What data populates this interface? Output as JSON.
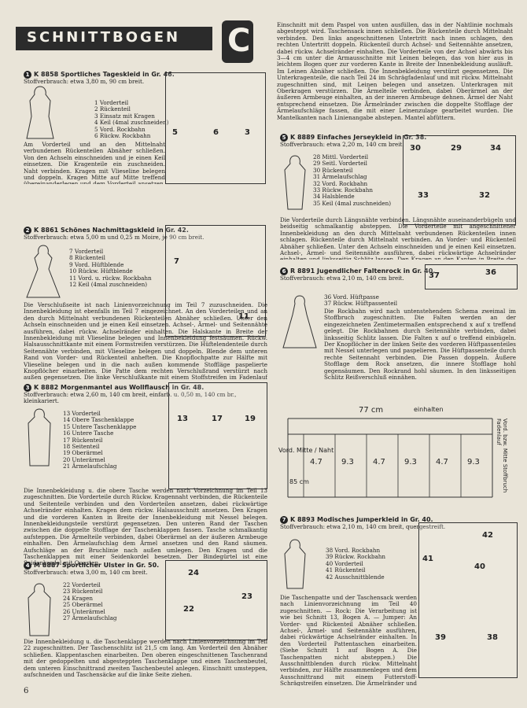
{
  "header": {
    "title": "SCHNITTBOGEN",
    "badge": "C"
  },
  "page_number": "6",
  "col1_top": {
    "number": "1",
    "code": "K 8858",
    "name": "Sportliches Tageskleid in Gr. 46.",
    "usage": "Stoffverbrauch: etwa 3,80 m, 90 cm breit.",
    "parts": [
      "1 Vorderteil",
      "2 Rückenteil",
      "3 Einsatz mit Kragen",
      "4 Keil (4mal zuschneiden)",
      "5 Vord. Rockbahn",
      "6 Rückw. Rockbahn"
    ],
    "text": "Am Vorderteil und an den Mittelnaht verbundenen Rückenteilen Abnäher schließen. Von den Achseln einschneiden und je einen Keil einsetzen. Die Kragenteile ein zuschneiden. Naht verbinden. Kragen mit Vlieseline belegen und doppeln. Kragen Mitte auf Mitte treffend übereinanderlegen und dem Vorderteil ansetzen. Achsel-, Armel- und Seitennähte ausführen, dabei rückwärtige Achselränder einhalten und linksseitig Schlitz lassen. Unterkragen dem Halsausschnitt ansetzen. Oberkragen hohl gegensäumen. An der rückw. Rockbahn Abnäher schließen. Nach Angabe Gehfalte einlegen, die bis 39—35 cm vom Rockrand entfernt innen zugesteppt wird. Die Spangen der vorderen Rockbahn von einem x-Faltenbruch zum anderen mit Vlieseline belegen und paspelierte Knopfloch arbeiten. Die angeschnittene Innenbekleidung der Spangen nach innen schlagen und x auf x treffende Falten einlegen. Seitennähte ausführen, dabei linksseitig Schlitz lassen. Rock dem Oberteil ansetzen. Die Armelränder und den Rockrand hohl säumen."
  },
  "col1_second": {
    "number": "2",
    "code": "K 8861",
    "name": "Schönes Nachmittagskleid in Gr. 42.",
    "usage": "Stoffverbrauch: etwa 5,00 m und 0,25 m Moire, je 90 cm breit.",
    "parts": [
      "7 Vorderteil",
      "8 Rückenteil",
      "9 Vord. Hüftblende",
      "10 Rückw. Hüftblende",
      "11 Vord. u. rückw. Rockbahn",
      "12 Keil (4mal zuschneiden)"
    ],
    "text": "Die Verschlußseite ist nach Linienvorzeichnung im Teil 7 zuzuschneiden. Die Innenbekleidung ist ebenfalls im Teil 7 eingezeichnet. An den Vorderteilen und an den durch Mittelnaht verbundenen Rückenteilen Abnäher schließen. Unter den Achseln einschneiden und je einen Keil einsetzen. Achsel-, Ärmel- und Seitennähte ausführen, dabei rückw. Achselränder einhalten. Die Halskante in Breite der Innenbekleidung mit Vlieseline belegen und Innenbekleidung festsäumen. Rückw. Halsausschnittkante mit einem Formstreifen verstürzen. Die Hüftelendenteile durch Seitennähte verbinden, mit Vlieseline belegen und doppeln. Blende dem unteren Rand von Vorder- und Rückenteil anheften. Die Knopflochpatte zur Hälfte mit Vlieseline belegen und in die nach außen kommende Stoffläge paspelierte Knopflöcher einarbeiten. Die Patte dem rechten Verschlußrand verstürzt nach außen gegensetzen. Die linke Verschlußkante mit einem Stoffstreifen im Fadenlauf nach innen verstürzen. Die Rockbahnen durch Mittel- und Seitennähte verbinden. Den oberen Rand einhalten und Rock dem Oberteil ansetzen. Die Armelränder und den Rockrand hohl säumen."
  },
  "col1_third": {
    "number": "3",
    "code": "K 8882",
    "name": "Morgenmantel aus Wollflausch in Gr. 48.",
    "usage": "Stoffverbrauch: etwa 2,60 m, 140 cm breit, einfarb. u. 0,50 m, 140 cm br., kleinkariert.",
    "parts": [
      "13 Vorderteil",
      "14 Obere Taschenklappe",
      "15 Untere Taschenklappe",
      "16 Untere Tasche",
      "17 Rückenteil",
      "18 Seitenteil",
      "19 Oberärmel",
      "20 Unterärmel",
      "21 Ärmelaufschlag"
    ],
    "text": "Die Innenbekleidung u. die obere Tasche werden nach Vorzeichnung im Teil 13 zugeschnitten. Die Vorderteile durch Rückw. Kragennaht verbinden, die Rückenteile und Seitenteile verbinden und den Vorderteilen ansetzen, dabei rückwärtige Achselränder einhalten. Kragen dem rückw. Halsausschnitt ansetzen. Den Kragen und die vorderen Kanten in Breite der Innenbekleidung mit Nessel belegen. Innenbekleidungsteile verstürzt gegensetzen. Den unteren Rand der Taschen zwischen die doppelte Stofflage der Taschenklappen fassen. Tasche schmalkantig aufsteppen. Die Ärmelteile verbinden, dabei Oberärmel an der äußeren Armbeuge einhalten. Den Ärmelaufschlag dem Ärmel ansetzen und den Rand säumen. Aufschläge an der Bruchlinie nach außen umlegen. Den Kragen und die Taschenklappen mit einer Seidenkordel besetzen. Der Bindegürtel ist eine Seidenkordel mit Quasten."
  },
  "col1_fourth": {
    "number": "4",
    "code": "M 8887",
    "name": "Sportlicher Ulster in Gr. 50.",
    "usage": "Stoffverbrauch: etwa 3,00 m, 140 cm breit.",
    "parts": [
      "22 Vorderteil",
      "23 Rückenteil",
      "24 Kragen",
      "25 Oberärmel",
      "26 Unterärmel",
      "27 Ärmelaufschlag"
    ],
    "text": "Die Innenbekleidung u. die Taschenklappe werden nach Linienvorzeichnung im Teil 22 zugeschnitten. Der Taschenschlitz ist 21,5 cm lang. Am Vorderteil den Abnäher schließen. Klappentaschen einarbeiten. Den oberen eingeschnittenen Taschenrand mit der gedoppelten und abgesteppten Taschenklappe und einen Taschenbeutel, dem unteren Einschnittrand zweiten Taschenbeutel anlegen. Einschnitt umsteppen, aufschneiden und Taschensäcke auf die linke Seite ziehen."
  },
  "col2_top_text": "Einschnitt mit dem Paspel von unten ausfüllen, das in der Nahtlinie nochmals abgesteppt wird. Taschensack innen schließen. Die Rückenteile durch Mittelnaht verbinden. Den links angeschnittenen Untertritt nach innen schlagen, den rechten Untertritt doppeln. Rückenteil durch Achsel- und Seitennähte ansetzen, dabei rückw. Achselränder einhalten. Die Vorderteile von der Achsel abwärts bis 3—4 cm unter die Armausschnitte mit Leinen belegen, das von hier aus in leichtem Bogen quer zur vorderen Kante in Breite der Innenbekleidung ausläuft. Im Leinen Abnäher schließen. Die Innenbekleidung verstürzt gegensetzen. Die Unterkragenteile, die nach Teil 24 im Schrägfadenlauf und mit rückw. Mittelnaht zugeschnitten sind, mit Leinen belegen und ansetzen. Unterkragen mit Oberkragen verstürzen. Die Ärmelteile verbinden, dabei Oberärmel an der äußeren Armbeuge einhalten, an der inneren Armbeuge dehnen. Ärmel der Naht entsprechend einsetzen. Die Ärmelränder zwischen die doppelte Stofflage der Ärmelaufschläge fassen, die mit einer Leinenzulage gearbeitet wurden. Die Mantelkanten nach Linienangabe abstepen. Mantel abfüttern.",
  "col2_fifth": {
    "number": "5",
    "code": "K 8889",
    "name": "Einfaches Jerseykleid in Gr. 38.",
    "usage": "Stoffverbrauch: etwa 2,20 m, 140 cm breit.",
    "parts": [
      "28 Mittl. Vorderteil",
      "29 Seitl. Vorderteil",
      "30 Rückenteil",
      "31 Ärmelaufschlag",
      "32 Vord. Rockbahn",
      "33 Rückw. Rockbahn",
      "34 Halsblende",
      "35 Keil (4mal zuschneiden)"
    ],
    "text": "Die Vorderteile durch Längsnähte verbinden. Längsnähte auseinanderbügeln und beidseitig schmalkantig absteppen. Die Vorderteile mit angeschnittener Innenbekleidung an den durch Mittelnaht verbundenen Rückenteilen innen schlagen. Rückenteile durch Mittelnaht verbinden. An Vorder- und Rückenteil Abnäher schließen. Unter den Achseln einschneiden und je einen Keil einsetzen. Achsel-, Ärmel- und Seitennähte ausführen, dabei rückwärtige Achselränder einhalten und linksseitig Schlitz lassen. Den Kragen an den Kanten in Breite der Innenbekleidung mit Nessel belegen. Die Innenbekleidung schmalkantig zusammensteppen. Unterkragen dem Halsausschnitt ansetzen. Oberkragen hohl gegensäumen. Die Ärmelaufschläge mit einem Nessel-Formstreifen belegen und paspelierte Knopfloch arbeiten. Ärmelaufschläge doppeln und den Ärmelrändern ansetzen. Die Rockbahnen durch Mittelnaht verbinden. Die Rockbahnen durch Seitennähte verbinden, dabei linksseitig Schlitz lassen. x auf x treffende Falten einlegen und Rock dem Oberteil ansetzen. In den linksseitigen Schlitz und in den rückw. Schlupfschlitz Reißverschluß einnähen."
  },
  "col2_sixth": {
    "number": "6",
    "code": "R 8891",
    "name": "Jugendlicher Faltenrock in Gr. 40.",
    "usage": "Stoffverbrauch: etwa 2,10 m, 140 cm breit.",
    "parts": [
      "36 Vord. Hüftpasse",
      "37 Rückw. Hüftpassenteil"
    ],
    "text": "Die Rockbahn wird nach untenstehendem Schema zweimal im Stoffbruch zugeschnitten. Die Falten werden an der eingezeichneten Zentimetermaßen entsprechend x auf x treffend gelegt. Die Rockbahnen durch Seitennähte verbinden, dabei linksseitig Schlitz lassen. Die Falten x auf o treffend einbügeln. Der Knopflöcher in der linken Seite des vorderen Hüftpassenteiles mit Nessel unterlegen und paspelieren. Die Hüftpassenteile durch rechte Seitennaht verbinden. Die Passen doppeln. Äußere Stofflage dem Rock ansetzen, die innere Stofflage hohl gegensäumen. Den Rockrand hohl säumen. In den linksseitigen Schlitz Reißverschluß einnähen."
  },
  "skirt_diagram": {
    "width_label": "77 cm",
    "edge_label": "einhalten",
    "left_label": "Vord. Mitte / Naht",
    "right_label": "Vord. bzw. Mitte Stoffbruch Fadenlauf",
    "measure_labels": [
      "4.7",
      "9.3",
      "4.7",
      "9.3",
      "4.7",
      "9.3"
    ],
    "side_height": "85 cm"
  },
  "col2_seventh": {
    "number": "7",
    "code": "K 8893",
    "name": "Modisches Jumperkleid in Gr. 40.",
    "usage": "Stoffverbrauch: etwa 2,10 m, 140 cm breit, quergestreift.",
    "parts": [
      "38 Vord. Rockbahn",
      "39 Rückw. Rockbahn",
      "40 Vorderteil",
      "41 Rückenteil",
      "42 Ausschnittblende"
    ],
    "text": "Die Taschenpatte und der Taschensack werden nach Linienvorzeichnung im Teil 40 zugeschnitten. — Rock: Die Verarbeitung ist wie bei Schnitt 13, Bogen A. — Jumper: An Vorder- und Rückenteil Abnäher schließen. Achsel-, Ärmel- und Seitennähte ausführen, dabei rückwärtige Achselränder einhalten. In den Vorderteil Pattentaschen einarbeiten. (Siehe Schnitt 1 auf Bogen A. Die Taschenpatten nicht absteppen.) Die Ausschnittblenden durch rückw. Mittelnaht verbinden, zur Hälfte zusammenlegen und dem Ausschnittrand mit einem Futterstoff-Schrägstreifen einsetzen. Die Ärmelränder und den unteren Rand des Jumpers hohl säumen."
  }
}
